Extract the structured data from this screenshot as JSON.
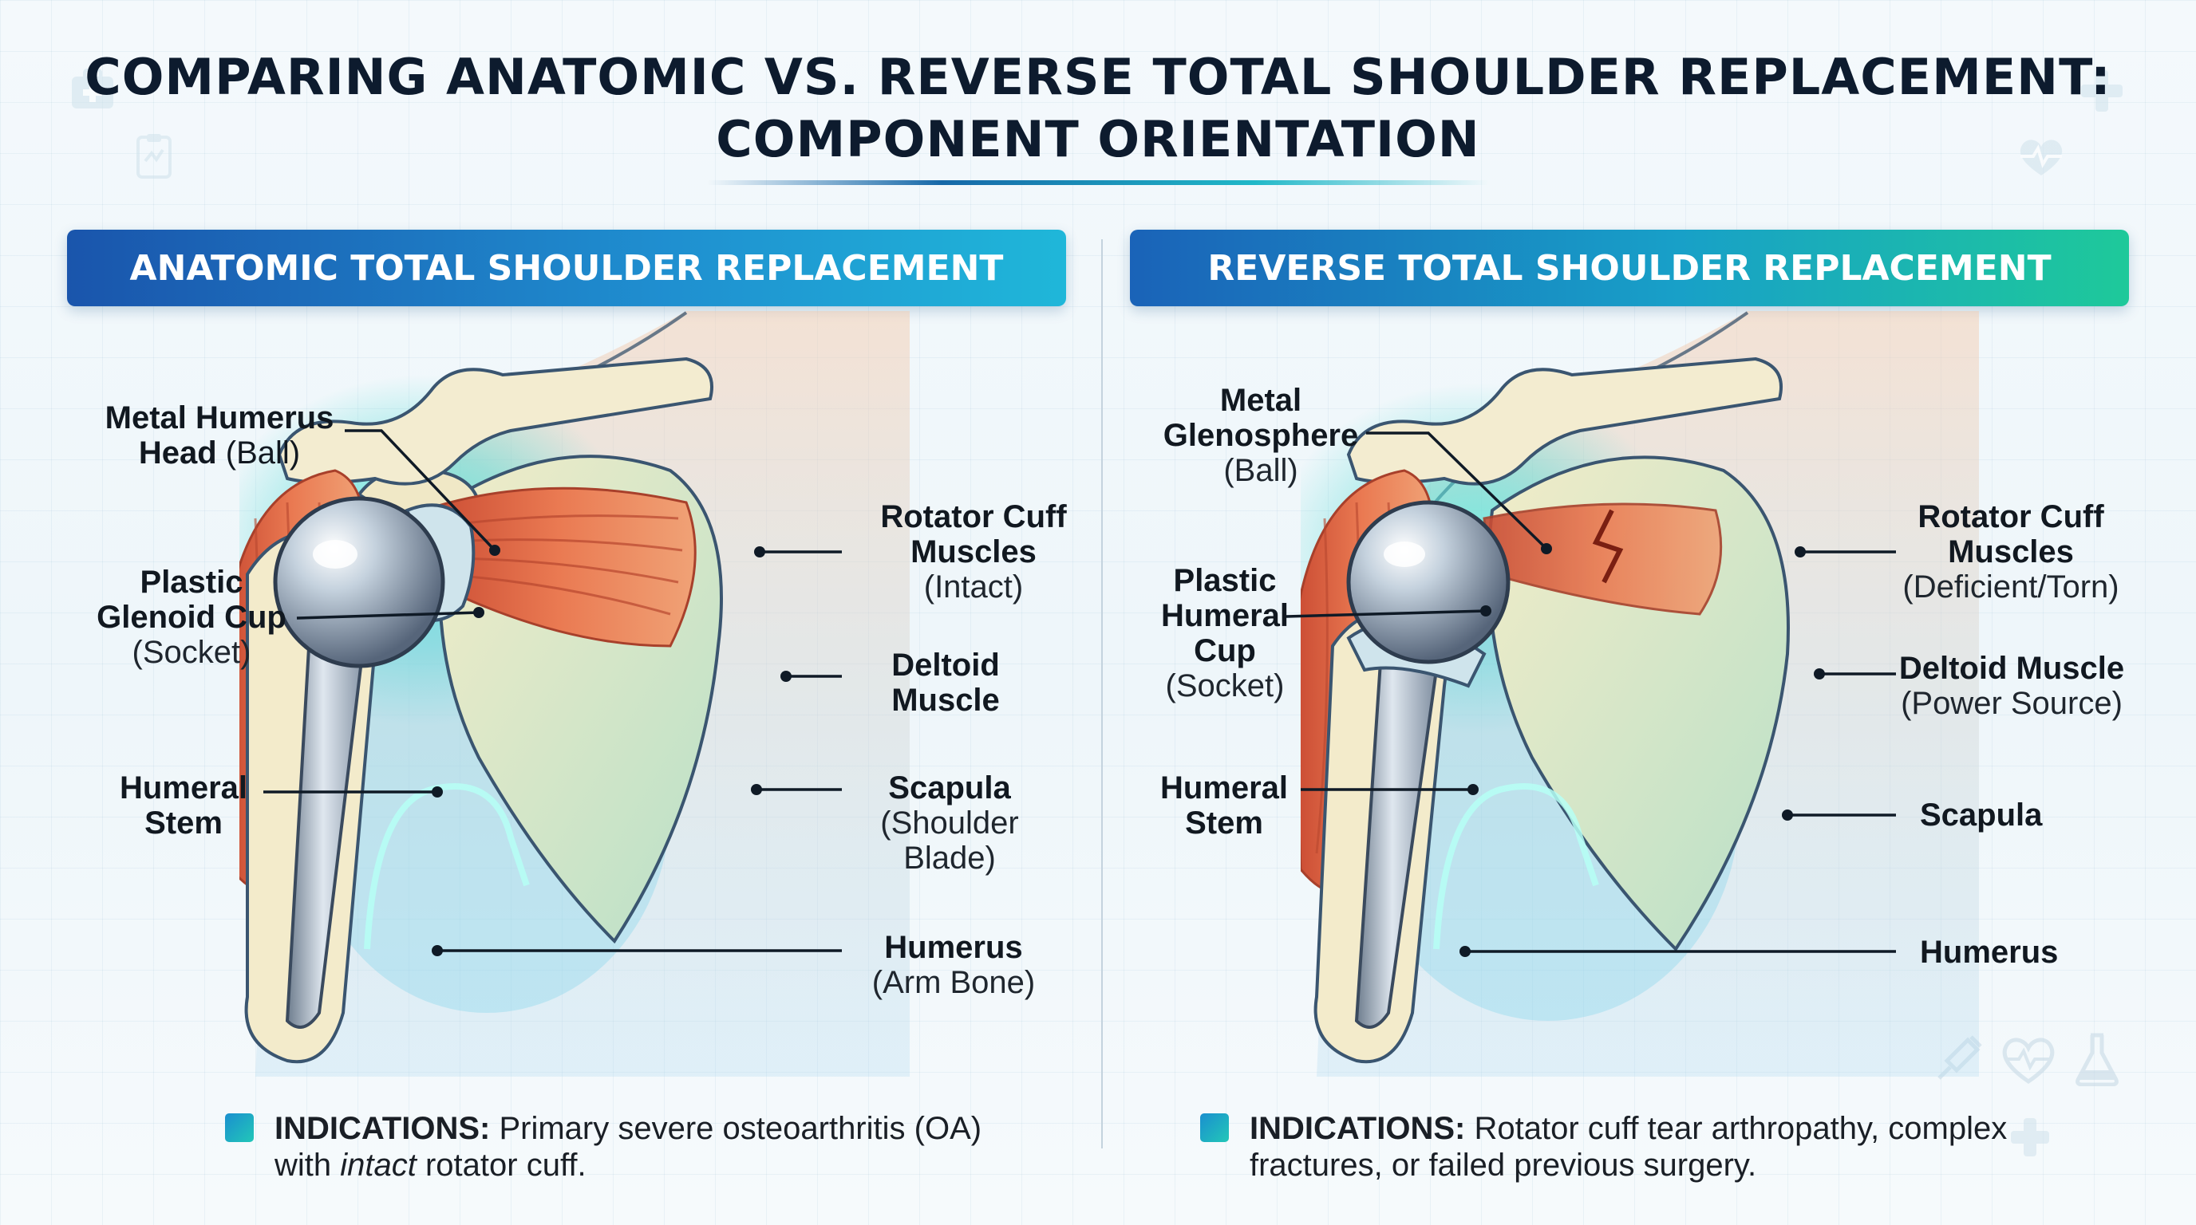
{
  "title": {
    "line1": "COMPARING ANATOMIC VS. REVERSE TOTAL SHOULDER REPLACEMENT:",
    "line2": "COMPONENT ORIENTATION"
  },
  "left": {
    "banner": "ANATOMIC TOTAL SHOULDER REPLACEMENT",
    "labels": {
      "head": {
        "l1": "Metal Humerus",
        "l2": "Head",
        "l2b": " (Ball)"
      },
      "glenoid": {
        "l1": "Plastic",
        "l2": "Glenoid Cup",
        "sub": "(Socket)"
      },
      "stem": {
        "l1": "Humeral",
        "l2": "Stem"
      },
      "cuff": {
        "l1": "Rotator Cuff",
        "l2": "Muscles",
        "sub": "(Intact)"
      },
      "deltoid": {
        "l1": "Deltoid",
        "l2": "Muscle"
      },
      "scapula": {
        "l1": "Scapula",
        "sub1": "(Shoulder",
        "sub2": "Blade)"
      },
      "humerus": {
        "l1": "Humerus",
        "sub": "(Arm Bone)"
      }
    },
    "indication": {
      "label": "INDICATIONS:",
      "text1": " Primary severe osteoarthritis (OA)",
      "text2a": "with ",
      "text2em": "intact",
      "text2b": " rotator cuff."
    }
  },
  "right": {
    "banner": "REVERSE TOTAL SHOULDER REPLACEMENT",
    "labels": {
      "glenosphere": {
        "l1": "Metal",
        "l2": "Glenosphere",
        "sub": "(Ball)"
      },
      "cup": {
        "l1": "Plastic",
        "l2": "Humeral",
        "l3": "Cup",
        "sub": "(Socket)"
      },
      "stem": {
        "l1": "Humeral",
        "l2": "Stem"
      },
      "cuff": {
        "l1": "Rotator Cuff",
        "l2": "Muscles",
        "sub": "(Deficient/Torn)"
      },
      "deltoid": {
        "l1": "Deltoid Muscle",
        "sub": "(Power Source)"
      },
      "scapula": {
        "l1": "Scapula"
      },
      "humerus": {
        "l1": "Humerus"
      }
    },
    "indication": {
      "label": "INDICATIONS:",
      "text1": " Rotator cuff tear arthropathy, complex",
      "text2": "fractures, or failed previous surgery."
    }
  },
  "colors": {
    "muscle": "#e2684a",
    "bone": "#efe6c4",
    "metal": "#a9b7c6",
    "glow": "#3fd9d0",
    "banner_blue": "#1a55ac",
    "banner_teal": "#1ec99a"
  },
  "icons": [
    "first-aid-kit-icon",
    "clipboard-icon",
    "plus-icon",
    "heartbeat-icon",
    "syringe-icon",
    "flask-icon"
  ]
}
